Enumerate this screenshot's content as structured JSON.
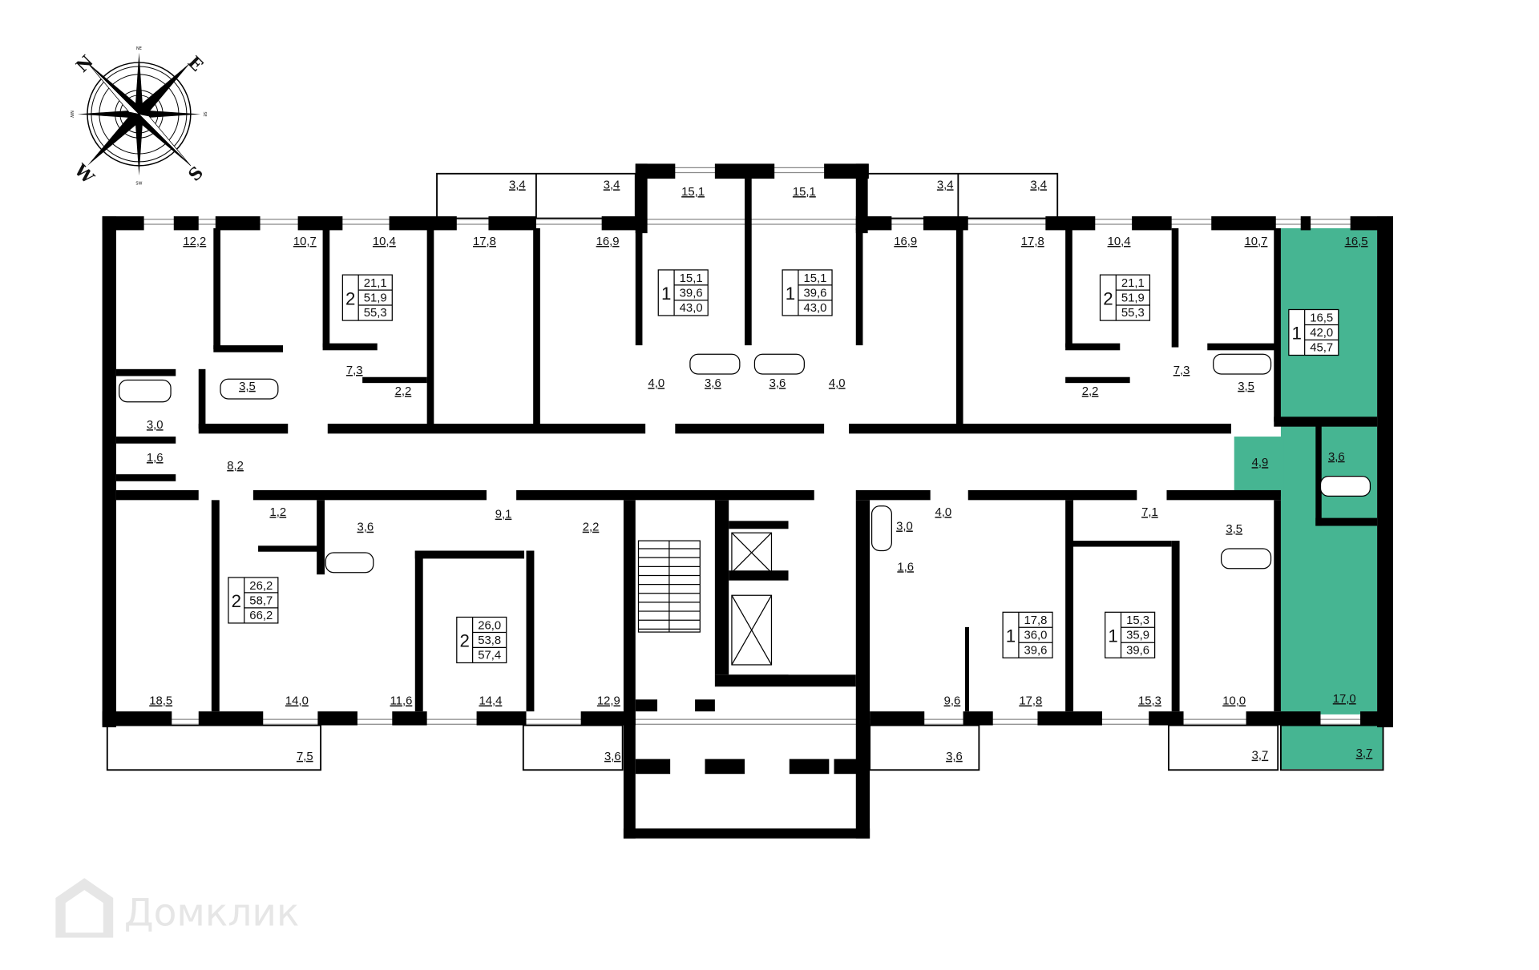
{
  "colors": {
    "wall": "#000000",
    "highlight": "#46b592",
    "background": "#ffffff",
    "watermark": "#e6e6e6"
  },
  "compass": {
    "n": "N",
    "e": "E",
    "s": "S",
    "w": "W",
    "ne": "NE",
    "se": "SE",
    "sw": "SW",
    "nw": "NW"
  },
  "watermark": {
    "text": "Домклик",
    "icon": "house-icon"
  },
  "highlighted_apartment": 4,
  "room_areas": [
    "12,2",
    "10,7",
    "10,4",
    "17,8",
    "16,9",
    "15,1",
    "15,1",
    "16,9",
    "17,8",
    "10,4",
    "10,7",
    "16,5",
    "3,4",
    "3,4",
    "3,4",
    "3,4",
    "3,5",
    "7,3",
    "2,2",
    "3,0",
    "1,6",
    "8,2",
    "4,0",
    "3,6",
    "3,6",
    "4,0",
    "2,2",
    "7,3",
    "3,5",
    "4,9",
    "3,6",
    "1,2",
    "3,6",
    "9,1",
    "2,2",
    "3,0",
    "4,0",
    "1,6",
    "7,1",
    "3,5",
    "18,5",
    "14,0",
    "11,6",
    "14,4",
    "12,9",
    "9,6",
    "17,8",
    "15,3",
    "10,0",
    "17,0",
    "7,5",
    "3,6",
    "3,6",
    "3,7",
    "3,7"
  ],
  "apartments": [
    {
      "rooms": "2",
      "living": "21,1",
      "area": "51,9",
      "total": "55,3"
    },
    {
      "rooms": "1",
      "living": "15,1",
      "area": "39,6",
      "total": "43,0"
    },
    {
      "rooms": "1",
      "living": "15,1",
      "area": "39,6",
      "total": "43,0"
    },
    {
      "rooms": "2",
      "living": "21,1",
      "area": "51,9",
      "total": "55,3"
    },
    {
      "rooms": "1",
      "living": "16,5",
      "area": "42,0",
      "total": "45,7"
    },
    {
      "rooms": "2",
      "living": "26,2",
      "area": "58,7",
      "total": "66,2"
    },
    {
      "rooms": "2",
      "living": "26,0",
      "area": "53,8",
      "total": "57,4"
    },
    {
      "rooms": "1",
      "living": "17,8",
      "area": "36,0",
      "total": "39,6"
    },
    {
      "rooms": "1",
      "living": "15,3",
      "area": "35,9",
      "total": "39,6"
    }
  ]
}
